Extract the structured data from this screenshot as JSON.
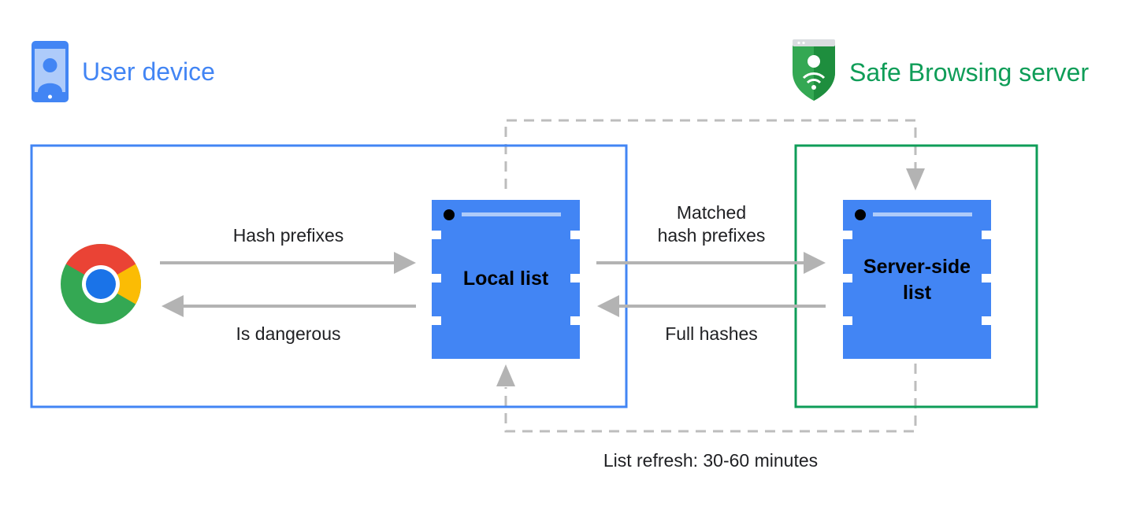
{
  "headings": {
    "user_device": "User device",
    "server": "Safe Browsing server"
  },
  "lists": {
    "local": "Local list",
    "server_line1": "Server-side",
    "server_line2": "list"
  },
  "flows": {
    "hash_prefixes": "Hash prefixes",
    "is_dangerous": "Is dangerous",
    "matched_line1": "Matched",
    "matched_line2": "hash prefixes",
    "full_hashes": "Full hashes",
    "refresh": "List refresh: 30-60 minutes"
  },
  "icons": [
    "phone-user-icon",
    "shield-wifi-icon",
    "chrome-logo-icon"
  ],
  "colors": {
    "user_blue": "#4285f4",
    "server_green": "#0f9d58",
    "arrow_gray": "#b3b3b3",
    "dashed_gray": "#bdbdbd"
  }
}
